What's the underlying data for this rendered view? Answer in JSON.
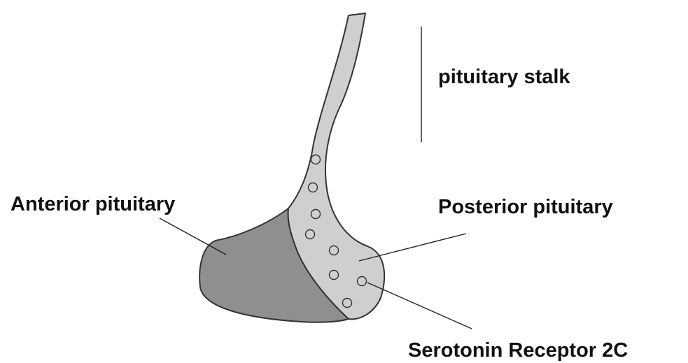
{
  "labels": {
    "stalk": "pituitary stalk",
    "anterior": "Anterior pituitary",
    "posterior": "Posterior pituitary",
    "receptor": "Serotonin Receptor 2C"
  },
  "colors": {
    "anterior_fill": "#8f8f8f",
    "posterior_fill": "#cfcfcf",
    "outline": "#333333",
    "text": "#111111"
  }
}
